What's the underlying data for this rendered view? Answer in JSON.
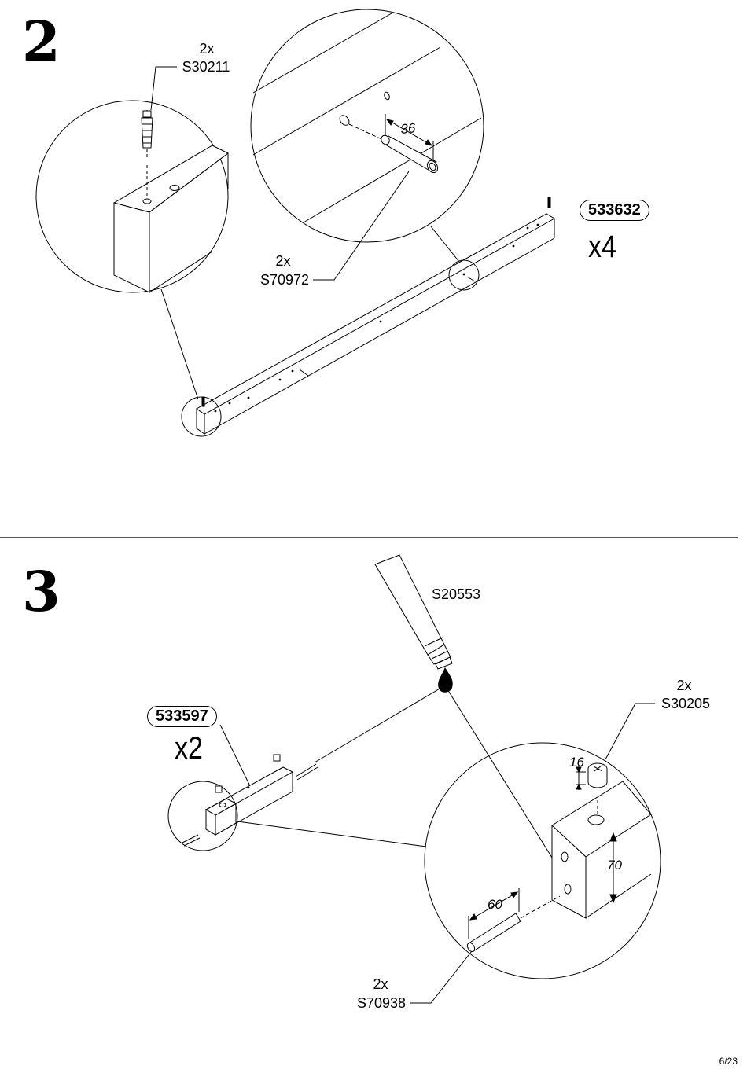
{
  "steps": [
    {
      "number": "2",
      "part": {
        "code": "533632",
        "quantity": "x4"
      },
      "parts": [
        {
          "qty": "2x",
          "code": "S30211"
        },
        {
          "qty": "2x",
          "code": "S70972"
        }
      ],
      "dimensions": [
        "36"
      ]
    },
    {
      "number": "3",
      "part": {
        "code": "533597",
        "quantity": "x2"
      },
      "glue": "S20553",
      "parts": [
        {
          "qty": "2x",
          "code": "S30205"
        },
        {
          "qty": "2x",
          "code": "S70938"
        }
      ],
      "dimensions": [
        "16",
        "70",
        "60"
      ]
    }
  ],
  "page": "6/23"
}
